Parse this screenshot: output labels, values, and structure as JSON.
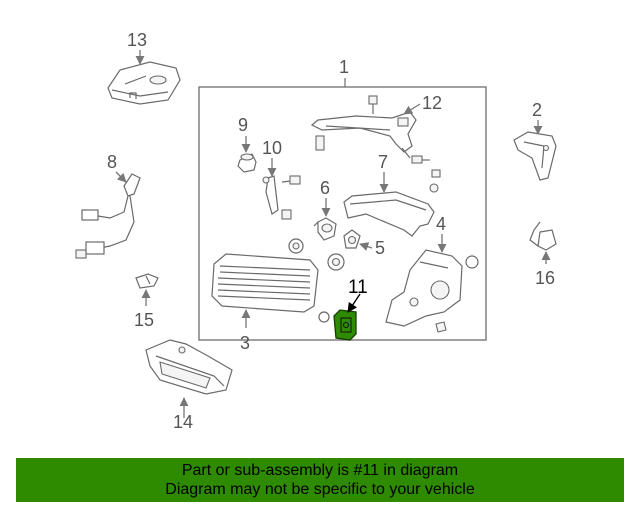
{
  "callouts": {
    "c1": "1",
    "c2": "2",
    "c3": "3",
    "c4": "4",
    "c5": "5",
    "c6": "6",
    "c7": "7",
    "c8": "8",
    "c9": "9",
    "c10": "10",
    "c11": "11",
    "c12": "12",
    "c13": "13",
    "c14": "14",
    "c15": "15",
    "c16": "16"
  },
  "highlight": {
    "part": "11",
    "color": "#2e8b00"
  },
  "banner": {
    "line1": "Part or sub-assembly is #11 in diagram",
    "line2": "Diagram may not be specific to your vehicle",
    "background": "#2e8b00"
  }
}
